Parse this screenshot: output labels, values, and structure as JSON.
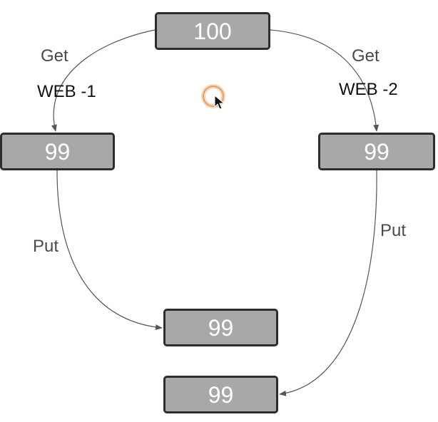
{
  "nodes": {
    "top": "100",
    "left": "99",
    "right": "99",
    "middle": "99",
    "bottom": "99"
  },
  "labels": {
    "get_left": "Get",
    "web_left": "WEB -1",
    "get_right": "Get",
    "web_right": "WEB -2",
    "put_left": "Put",
    "put_right": "Put"
  },
  "colors": {
    "node_fill": "#a8a8a8",
    "node_border": "#2d2d2d",
    "node_text": "#ffffff",
    "edge": "#555555",
    "cursor_ring": "#e8a06a"
  },
  "icons": {
    "cursor": "mouse-pointer-icon"
  }
}
